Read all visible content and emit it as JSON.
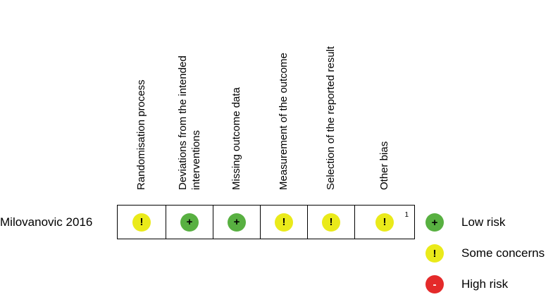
{
  "domains": [
    {
      "lines": [
        "Randomisation process"
      ]
    },
    {
      "lines": [
        "Deviations from the intended",
        "interventions"
      ]
    },
    {
      "lines": [
        "Missing outcome data"
      ]
    },
    {
      "lines": [
        "Measurement of the outcome"
      ]
    },
    {
      "lines": [
        "Selection of the reported result"
      ]
    },
    {
      "lines": [
        "Other bias"
      ]
    }
  ],
  "study": {
    "label": "Milovanovic 2016",
    "judgements": [
      {
        "level": "some",
        "symbol": "!",
        "footnote": ""
      },
      {
        "level": "low",
        "symbol": "+",
        "footnote": ""
      },
      {
        "level": "low",
        "symbol": "+",
        "footnote": ""
      },
      {
        "level": "some",
        "symbol": "!",
        "footnote": ""
      },
      {
        "level": "some",
        "symbol": "!",
        "footnote": ""
      },
      {
        "level": "some",
        "symbol": "!",
        "footnote": "1"
      }
    ]
  },
  "legend": [
    {
      "level": "low",
      "symbol": "+",
      "label": "Low risk"
    },
    {
      "level": "some",
      "symbol": "!",
      "label": "Some concerns"
    },
    {
      "level": "high",
      "symbol": "-",
      "label": "High risk"
    }
  ],
  "colors": {
    "low": "#58b041",
    "some": "#eaea1a",
    "high": "#e42a2a"
  }
}
